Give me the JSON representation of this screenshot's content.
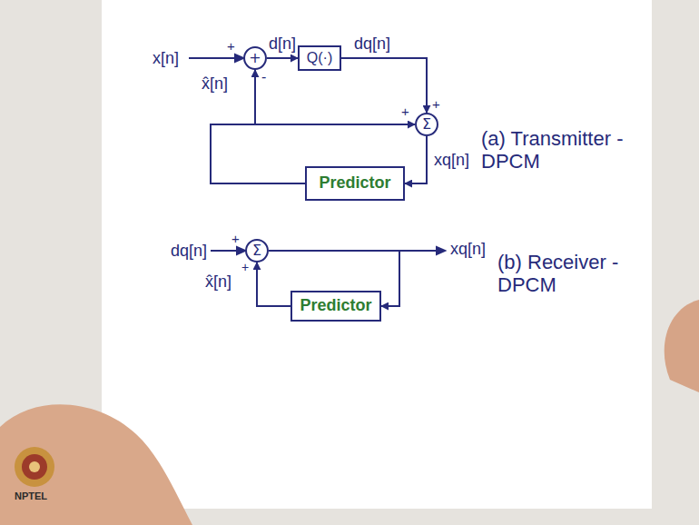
{
  "diagram": {
    "nodes": [
      {
        "text": [
          "+"
        ]
      },
      {
        "text": [
          "Q(·)"
        ]
      },
      {
        "text": [
          "Σ"
        ]
      },
      {
        "text": [
          "Predictor"
        ]
      },
      {
        "text": [
          "Σ"
        ]
      },
      {
        "text": [
          "Predictor"
        ]
      }
    ],
    "edges": [
      {
        "from": 0,
        "to": 1,
        "arrow": "to",
        "label": "d[n]"
      },
      {
        "from": 1,
        "to": 2,
        "arrow": "to",
        "label": "dq[n]"
      },
      {
        "from": 2,
        "to": 3,
        "arrow": "to",
        "label": "xq[n]"
      },
      {
        "from": 3,
        "to": 0,
        "arrow": "to",
        "label": "x̂[n]"
      },
      {
        "from": 3,
        "to": 2,
        "arrow": "to"
      },
      {
        "from": 4,
        "to": 5,
        "arrow": "to"
      },
      {
        "from": 5,
        "to": 4,
        "arrow": "to",
        "label": "x̂[n]"
      }
    ],
    "labels": [
      "x[n]",
      "+",
      "-",
      "+",
      "+",
      "(a) Transmitter -DPCM",
      "dq[n]",
      "+",
      "+",
      "xq[n]",
      "(b) Receiver -DPCM",
      "NPTEL"
    ]
  }
}
